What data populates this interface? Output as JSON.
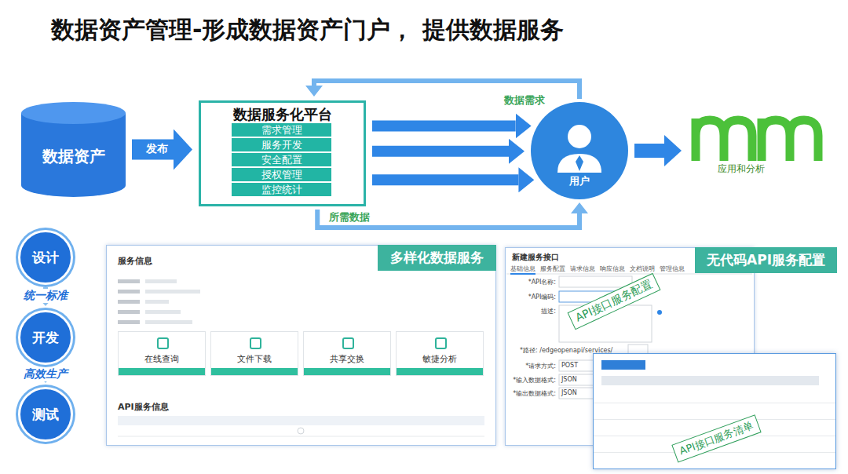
{
  "diagram": {
    "title": "数据资产管理-形成数据资产门户， 提供数据服务",
    "nodes": [
      {
        "text": [
          "数据资产"
        ]
      },
      {
        "text": [
          "数据服务化平台"
        ]
      },
      {
        "text": [
          "需求管理"
        ],
        "in": 1
      },
      {
        "text": [
          "服务开发"
        ],
        "in": 1
      },
      {
        "text": [
          "安全配置"
        ],
        "in": 1
      },
      {
        "text": [
          "授权管理"
        ],
        "in": 1
      },
      {
        "text": [
          "监控统计"
        ],
        "in": 1
      },
      {
        "text": [
          "用户"
        ]
      },
      {
        "text": [
          "应用和分析"
        ]
      },
      {
        "text": [
          "设计"
        ]
      },
      {
        "text": [
          "开发"
        ]
      },
      {
        "text": [
          "测试"
        ]
      },
      {
        "text": [
          "多样化数据服务",
          "服务信息",
          "API服务信息"
        ]
      },
      {
        "text": [
          "在线查询"
        ],
        "in": 12
      },
      {
        "text": [
          "文件下载"
        ],
        "in": 12
      },
      {
        "text": [
          "共享交换"
        ],
        "in": 12
      },
      {
        "text": [
          "敏捷分析"
        ],
        "in": 12
      },
      {
        "text": [
          "无代码API服务配置",
          "新建服务接口"
        ]
      },
      {
        "text": [
          "API接口服务清单"
        ]
      }
    ],
    "edges": [
      {
        "from": 0,
        "to": 1,
        "arrow": "to",
        "label": "发布"
      },
      {
        "from": 1,
        "to": 7,
        "arrow": "to"
      },
      {
        "from": 1,
        "to": 7,
        "arrow": "to"
      },
      {
        "from": 1,
        "to": 7,
        "arrow": "to"
      },
      {
        "from": 7,
        "to": 1,
        "arrow": "to",
        "label": "数据需求"
      },
      {
        "from": 1,
        "to": 7,
        "arrow": "to",
        "label": "所需数据"
      },
      {
        "from": 7,
        "to": 8,
        "arrow": "to"
      },
      {
        "from": 9,
        "to": 10,
        "arrow": "to",
        "label": "统一标准"
      },
      {
        "from": 10,
        "to": 11,
        "arrow": "to",
        "label": "高效生产"
      }
    ],
    "labels": [
      "基础信息",
      "服务配置",
      "请求信息",
      "响应信息",
      "文档说明",
      "管理信息",
      "*API名称:",
      "*API编码:",
      "描述:",
      "*路径: /edgeopenapi/services/",
      "*请求方式:",
      "POST",
      "*输入数据格式:",
      "JSON",
      "*输出数据格式:",
      "JSON",
      "API接口服务配置"
    ]
  }
}
